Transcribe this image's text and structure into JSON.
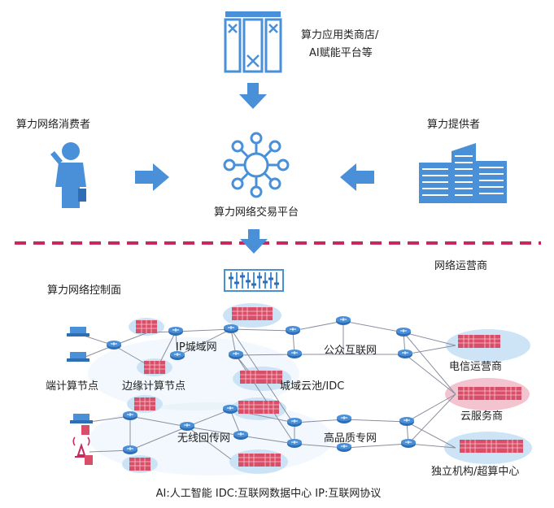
{
  "top": {
    "app_store_label_line1": "算力应用类商店/",
    "app_store_label_line2": "AI赋能平台等"
  },
  "consumer_label": "算力网络消费者",
  "provider_label": "算力提供者",
  "trading_platform_label": "算力网络交易平台",
  "operator_label": "网络运营商",
  "control_plane_label": "算力网络控制面",
  "nodes": {
    "ip_metro": "IP城域网",
    "public_internet": "公众互联网",
    "terminal_nodes": "端计算节点",
    "edge_nodes": "边缘计算节点",
    "metro_cloud": "城域云池/IDC",
    "wireless_backhaul": "无线回传网",
    "premium_network": "高品质专网",
    "telecom_operator": "电信运营商",
    "cloud_provider": "云服务商",
    "supercomputing": "独立机构/超算中心"
  },
  "legend": "AI:人工智能   IDC:互联网数据中心   IP:互联网协议",
  "colors": {
    "blue": "#4a90d9",
    "divider": "#c8285a",
    "router": "#2f6db5",
    "server_red": "#d94f6a",
    "cloud_blue": "#c4dff5",
    "cloud_pink": "#f3c3cf"
  },
  "icons": [
    "app-store-icon",
    "person-icon",
    "building-icon",
    "network-hub-icon",
    "control-panel-icon",
    "router-icon",
    "server-rack-icon",
    "cloud-icon",
    "antenna-icon"
  ]
}
